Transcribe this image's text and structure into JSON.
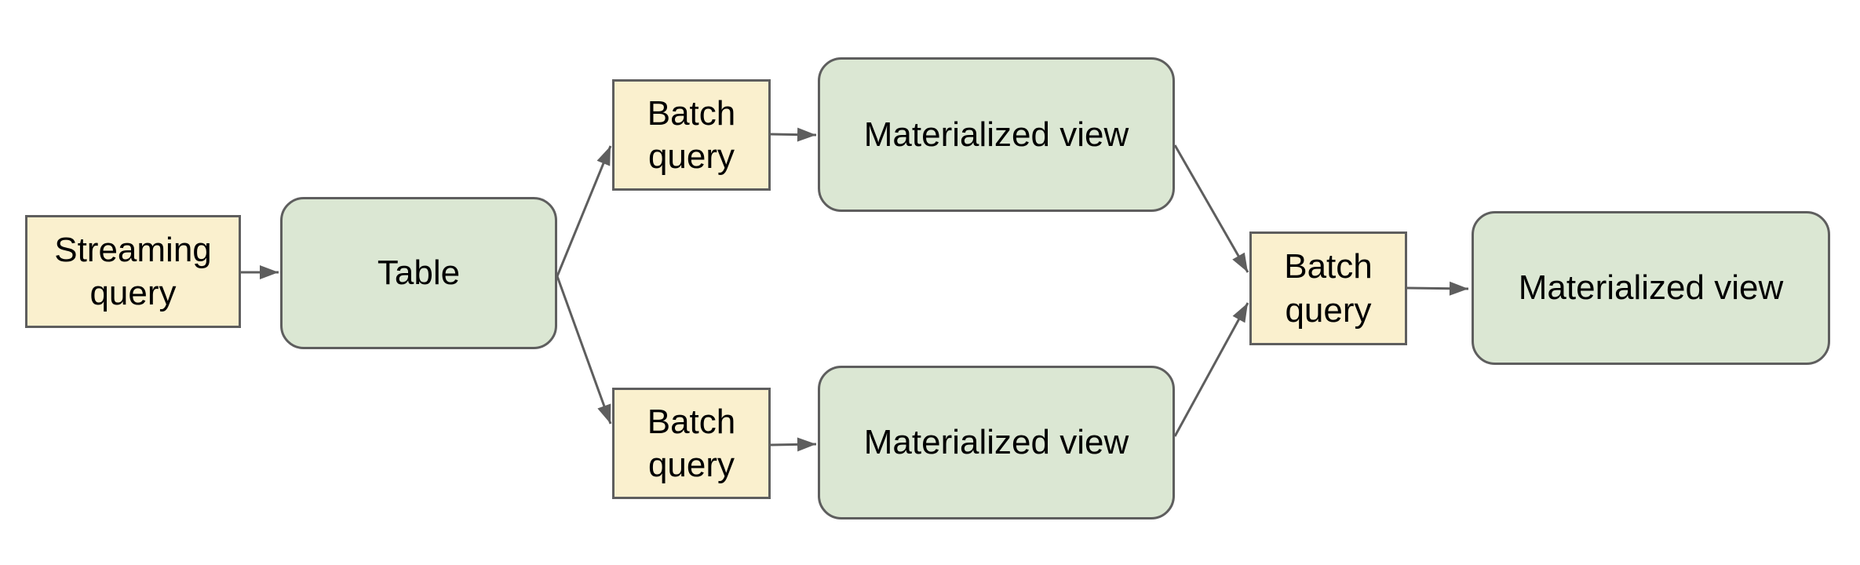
{
  "diagram": {
    "background_color": "#ffffff",
    "colors": {
      "query_box_fill": "#faf0ce",
      "entity_box_fill": "#dbe7d3",
      "box_border": "#5e5e5e",
      "connector": "#5e5e5e",
      "text": "#000000"
    },
    "nodes": {
      "streaming_query": {
        "label": "Streaming query",
        "kind": "query-box"
      },
      "table": {
        "label": "Table",
        "kind": "entity-box"
      },
      "batch_query_top": {
        "label": "Batch query",
        "kind": "query-box"
      },
      "materialized_view_top": {
        "label": "Materialized view",
        "kind": "entity-box"
      },
      "batch_query_bottom": {
        "label": "Batch query",
        "kind": "query-box"
      },
      "materialized_view_bottom": {
        "label": "Materialized view",
        "kind": "entity-box"
      },
      "batch_query_right": {
        "label": "Batch query",
        "kind": "query-box"
      },
      "materialized_view_right": {
        "label": "Materialized view",
        "kind": "entity-box"
      }
    },
    "edges": [
      {
        "from": "streaming_query",
        "to": "table"
      },
      {
        "from": "table",
        "to": "batch_query_top"
      },
      {
        "from": "table",
        "to": "batch_query_bottom"
      },
      {
        "from": "batch_query_top",
        "to": "materialized_view_top"
      },
      {
        "from": "batch_query_bottom",
        "to": "materialized_view_bottom"
      },
      {
        "from": "materialized_view_top",
        "to": "batch_query_right"
      },
      {
        "from": "materialized_view_bottom",
        "to": "batch_query_right"
      },
      {
        "from": "batch_query_right",
        "to": "materialized_view_right"
      }
    ]
  }
}
